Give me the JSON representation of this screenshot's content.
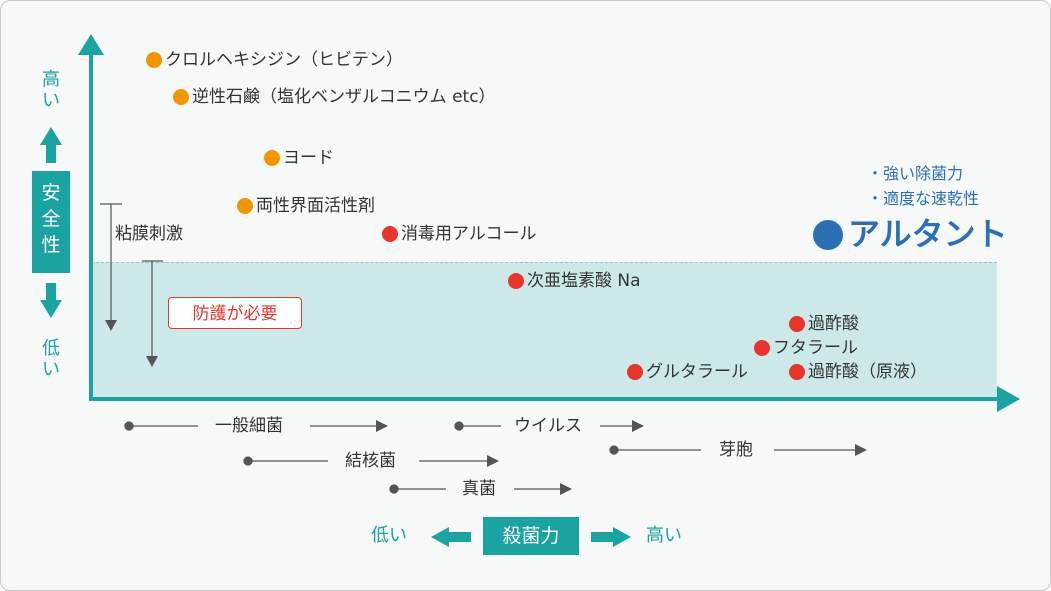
{
  "y_axis": {
    "label_chars": [
      "安",
      "全",
      "性"
    ],
    "high_chars": [
      "高",
      "い"
    ],
    "low_chars": [
      "低",
      "い"
    ]
  },
  "x_axis": {
    "label": "殺菌力",
    "low": "低い",
    "high": "高い"
  },
  "irritation_label": "粘膜刺激",
  "protection_label": "防護が必要",
  "agents": [
    {
      "label": "クロルヘキシジン（ヒビテン）",
      "type": "orange"
    },
    {
      "label": "逆性石鹸（塩化ベンザルコニウム etc）",
      "type": "orange"
    },
    {
      "label": "ヨード",
      "type": "orange"
    },
    {
      "label": "両性界面活性剤",
      "type": "orange"
    },
    {
      "label": "消毒用アルコール",
      "type": "red"
    },
    {
      "label": "次亜塩素酸 Na",
      "type": "red"
    },
    {
      "label": "過酢酸",
      "type": "red"
    },
    {
      "label": "フタラール",
      "type": "red"
    },
    {
      "label": "グルタラール",
      "type": "red"
    },
    {
      "label": "過酢酸（原液）",
      "type": "red"
    }
  ],
  "featured": {
    "name": "アルタント",
    "features": [
      "・強い除菌力",
      "・適度な速乾性"
    ]
  },
  "organisms": [
    {
      "label": "一般細菌"
    },
    {
      "label": "ウイルス"
    },
    {
      "label": "結核菌"
    },
    {
      "label": "芽胞"
    },
    {
      "label": "真菌"
    }
  ],
  "colors": {
    "teal": "#1aa3a0",
    "orange": "#f29600",
    "red": "#e8352b",
    "blue": "#2c6fb5",
    "zone": "#cce8e8"
  }
}
